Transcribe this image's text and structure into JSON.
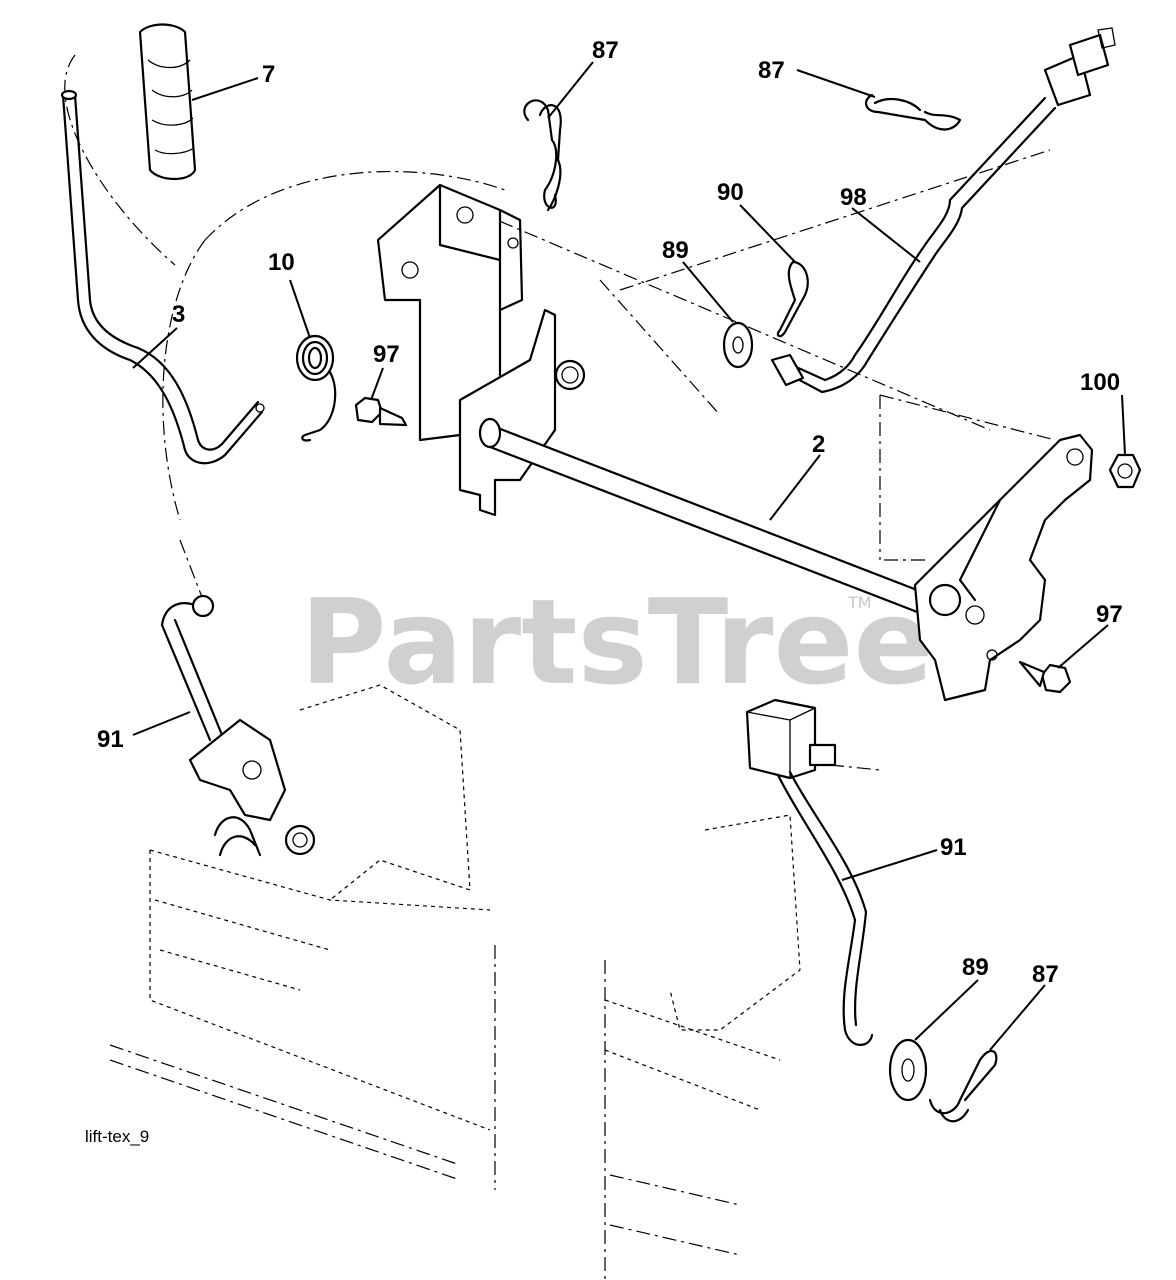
{
  "diagram": {
    "watermark": "PartsTree",
    "trademark": "TM",
    "reference_label": "lift-tex_9",
    "callouts": [
      "7",
      "87",
      "87",
      "90",
      "98",
      "89",
      "10",
      "3",
      "97",
      "100",
      "2",
      "97",
      "91",
      "91",
      "89",
      "87"
    ]
  }
}
